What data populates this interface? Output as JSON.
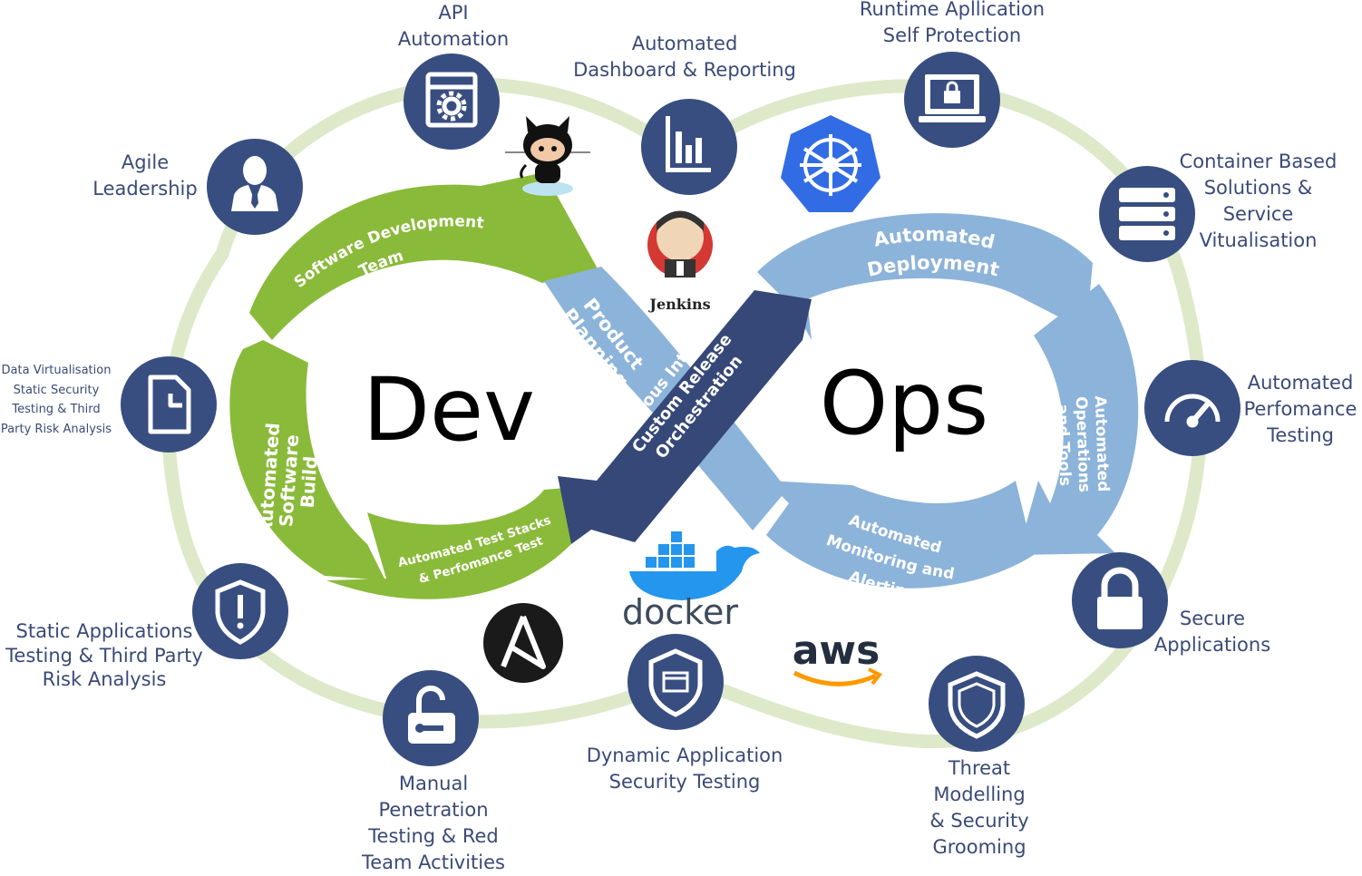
{
  "center": {
    "dev": "Dev",
    "ops": "Ops"
  },
  "arrows": {
    "software_dev_team": "Software Development\nTeam",
    "automated_software_build": "Automated\nSoftware\nBuild",
    "automated_test_stacks": "Automated Test Stacks\n& Perfomance Test",
    "product_planning": "Product\nPlanning",
    "ci_release": "Continuous Integrated\nCustom Release\nOrchestration",
    "automated_deployment": "Automated\nDeployment",
    "automated_operations": "Automated\nOperations\nand Tools",
    "automated_monitoring": "Automated\nMonitoring and\nAlerting"
  },
  "nodes": {
    "api_automation": "API\nAutomation",
    "automated_dashboard": "Automated\nDashboard & Reporting",
    "rasp": "Runtime Apllication\nSelf Protection",
    "agile_leadership": "Agile\nLeadership",
    "container_based": "Container Based\nSolutions &\nService\nVitualisation",
    "data_virtualisation": "Data Virtualisation\nStatic Security\nTesting & Third\nParty Risk Analysis",
    "automated_performance": "Automated\nPerfomance\nTesting",
    "static_applications": "Static Applications\nTesting & Third Party\nRisk Analysis",
    "secure_applications": "Secure\nApplications",
    "manual_penetration": "Manual\nPenetration\nTesting & Red\nTeam Activities",
    "dynamic_application": "Dynamic Application\nSecurity Testing",
    "threat_modelling": "Threat\nModelling\n& Security\nGrooming"
  },
  "logos": {
    "jenkins": "Jenkins",
    "docker": "docker",
    "aws": "aws"
  },
  "colors": {
    "green": "#8aba3a",
    "light_blue": "#8cb3d9",
    "dark_navy": "#364877",
    "node_fill": "#384e80",
    "ring": "#dde9c9",
    "label": "#3a4a78"
  }
}
